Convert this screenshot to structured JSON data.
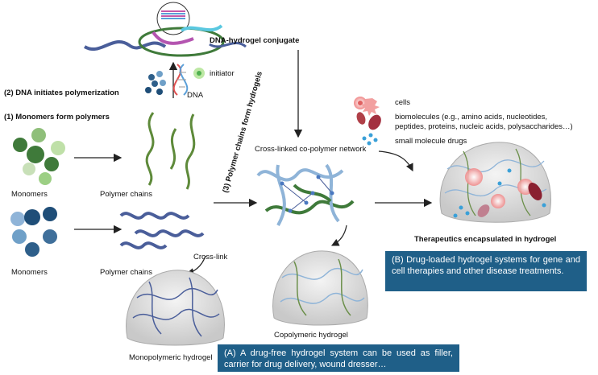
{
  "labels": {
    "dna_hydrogel_conjugate": "DNA-hydrogel conjugate",
    "initiator": "initiator",
    "dna": "DNA",
    "step2": "(2) DNA initiates polymerization",
    "step1": "(1) Monomers form polymers",
    "step3": "(3) Polymer chains form hydrogels",
    "monomers_top": "Monomers",
    "polymer_chains_top": "Polymer chains",
    "monomers_bottom": "Monomers",
    "polymer_chains_bottom": "Polymer chains",
    "cross_link": "Cross-link",
    "network": "Cross-linked co-polymer network",
    "copolymeric": "Copolymeric hydrogel",
    "monopolymeric": "Monopolymeric hydrogel",
    "cells": "cells",
    "biomolecules_line1": "biomolecules (e.g., amino acids, nucleotides,",
    "biomolecules_line2": "peptides, proteins, nucleic acids, polysaccharides…)",
    "small_drugs": "small molecule drugs",
    "therapeutics": "Therapeutics encapsulated in hydrogel"
  },
  "boxes": {
    "drug_loaded": "(B) Drug-loaded hydrogel systems for gene and cell therapies and other disease treatments.",
    "drug_free": "(A) A drug-free hydrogel system can be used as filler, carrier for drug delivery, wound dresser…"
  },
  "colors": {
    "box_bg": "#1f5f88",
    "green_chain": "#5e8a3a",
    "blue_chain": "#4a5e9a",
    "light_blue_chain": "#8fb4d8",
    "dark_green_monomer": "#3f7a3a",
    "dark_blue_monomer": "#1f4e78"
  }
}
